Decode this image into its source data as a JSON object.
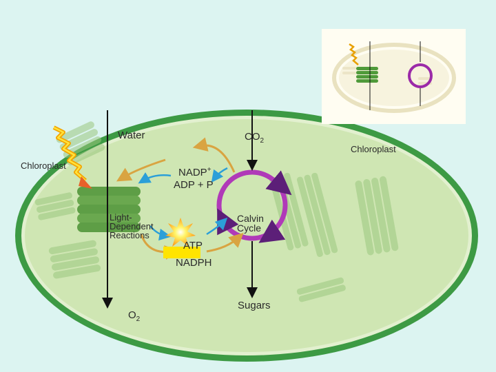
{
  "labels": {
    "water": "Water",
    "co2": "CO",
    "co2_sub": "2",
    "chloroplast_left": "Chloroplast",
    "chloroplast_right": "Chloroplast",
    "nadp": "NADP",
    "nadp_sup": "+",
    "adp_p": "ADP + P",
    "light_dependent": "Light-\nDependent\nReactions",
    "calvin_cycle": "Calvin\nCycle",
    "atp": "ATP",
    "nadph": "NADPH",
    "o2": "O",
    "o2_sub": "2",
    "sugars": "Sugars"
  },
  "colors": {
    "background": "#dcf4f1",
    "cell_wall": "#3d9a44",
    "stroma": "#cfe6b3",
    "grana": "#6aa84f",
    "calvin_ring": "#b03ab8",
    "calvin_arrow": "#5c1f78",
    "gold_arrow": "#d9a441",
    "blue_arrow": "#2b9fd8",
    "sun": "#ffd21f",
    "photon": "#f0b000"
  },
  "icons": [
    "lightning-wave-icon",
    "sunburst-icon"
  ]
}
